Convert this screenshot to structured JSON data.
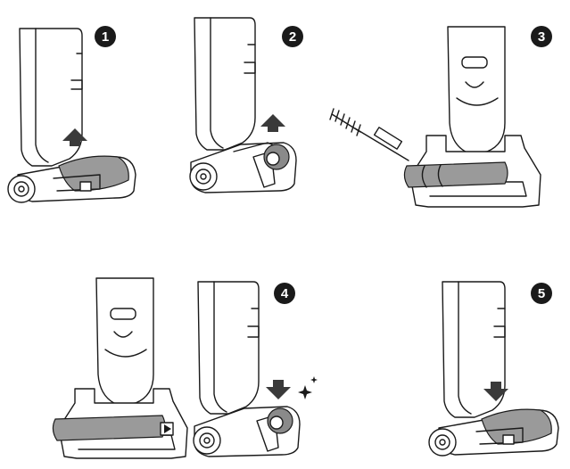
{
  "steps": [
    {
      "number": "1",
      "action": "unlock-lift"
    },
    {
      "number": "2",
      "action": "lift-latch"
    },
    {
      "number": "3",
      "action": "clean-brushroll"
    },
    {
      "number": "4",
      "action": "reinsert-brushroll"
    },
    {
      "number": "5",
      "action": "press-down-lock"
    }
  ],
  "colors": {
    "line": "#1a1a1a",
    "badge": "#1a1a1a",
    "brushroll": "#9a9a9a",
    "arrow": "#3a3a3a"
  }
}
